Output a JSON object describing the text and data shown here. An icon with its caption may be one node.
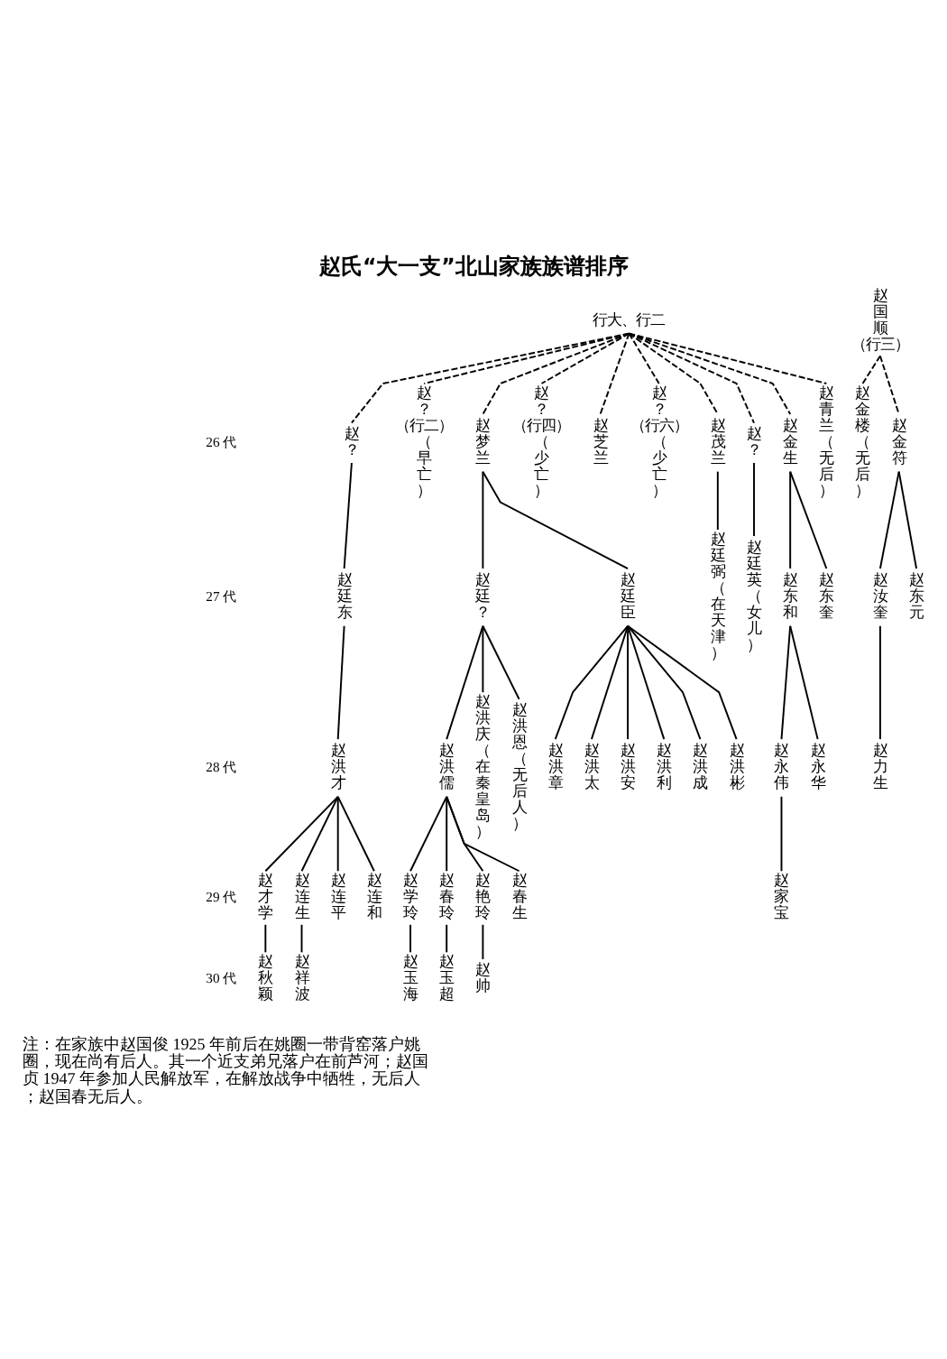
{
  "diagram": {
    "title": "赵氏“大一支”北山家族族谱排序",
    "nodes": [
      {
        "text": [
          "行大、行二"
        ]
      },
      {
        "text": [
          "赵国顺",
          "（行三）"
        ]
      },
      {
        "text": [
          "赵？"
        ]
      },
      {
        "text": [
          "赵？",
          "（行二）",
          "（早亡）"
        ]
      },
      {
        "text": [
          "赵梦兰"
        ]
      },
      {
        "text": [
          "赵？",
          "（行四）",
          "（少亡）"
        ]
      },
      {
        "text": [
          "赵芝兰"
        ]
      },
      {
        "text": [
          "赵？",
          "（行六）",
          "（少亡）"
        ]
      },
      {
        "text": [
          "赵茂兰"
        ]
      },
      {
        "text": [
          "赵？"
        ]
      },
      {
        "text": [
          "赵金生"
        ]
      },
      {
        "text": [
          "赵青兰",
          "（无后）"
        ]
      },
      {
        "text": [
          "赵金楼",
          "（无后）"
        ]
      },
      {
        "text": [
          "赵金符"
        ]
      },
      {
        "text": [
          "赵廷东"
        ]
      },
      {
        "text": [
          "赵廷？"
        ]
      },
      {
        "text": [
          "赵廷臣"
        ]
      },
      {
        "text": [
          "赵廷弼",
          "（在天津）"
        ]
      },
      {
        "text": [
          "赵廷英",
          "（女儿）"
        ]
      },
      {
        "text": [
          "赵东和"
        ]
      },
      {
        "text": [
          "赵东奎"
        ]
      },
      {
        "text": [
          "赵汝奎"
        ]
      },
      {
        "text": [
          "赵东元"
        ]
      },
      {
        "text": [
          "赵洪才"
        ]
      },
      {
        "text": [
          "赵洪儒"
        ]
      },
      {
        "text": [
          "赵洪庆",
          "（在秦皇岛）"
        ]
      },
      {
        "text": [
          "赵洪恩",
          "（无后人）"
        ]
      },
      {
        "text": [
          "赵洪章"
        ]
      },
      {
        "text": [
          "赵洪太"
        ]
      },
      {
        "text": [
          "赵洪安"
        ]
      },
      {
        "text": [
          "赵洪利"
        ]
      },
      {
        "text": [
          "赵洪成"
        ]
      },
      {
        "text": [
          "赵洪彬"
        ]
      },
      {
        "text": [
          "赵永伟"
        ]
      },
      {
        "text": [
          "赵永华"
        ]
      },
      {
        "text": [
          "赵力生"
        ]
      },
      {
        "text": [
          "赵才学"
        ]
      },
      {
        "text": [
          "赵连生"
        ]
      },
      {
        "text": [
          "赵连平"
        ]
      },
      {
        "text": [
          "赵连和"
        ]
      },
      {
        "text": [
          "赵学玲"
        ]
      },
      {
        "text": [
          "赵春玲"
        ]
      },
      {
        "text": [
          "赵艳玲"
        ]
      },
      {
        "text": [
          "赵春生"
        ]
      },
      {
        "text": [
          "赵家宝"
        ]
      },
      {
        "text": [
          "赵秋颖"
        ]
      },
      {
        "text": [
          "赵祥波"
        ]
      },
      {
        "text": [
          "赵玉海"
        ]
      },
      {
        "text": [
          "赵玉超"
        ]
      },
      {
        "text": [
          "赵帅"
        ]
      }
    ],
    "edges": [
      {
        "from": 0,
        "to": 2,
        "arrow": "none",
        "style": "dashed"
      },
      {
        "from": 0,
        "to": 3,
        "arrow": "none",
        "style": "dashed"
      },
      {
        "from": 0,
        "to": 4,
        "arrow": "none",
        "style": "dashed"
      },
      {
        "from": 0,
        "to": 5,
        "arrow": "none",
        "style": "dashed"
      },
      {
        "from": 0,
        "to": 6,
        "arrow": "none",
        "style": "dashed"
      },
      {
        "from": 0,
        "to": 7,
        "arrow": "none",
        "style": "dashed"
      },
      {
        "from": 0,
        "to": 8,
        "arrow": "none",
        "style": "dashed"
      },
      {
        "from": 0,
        "to": 9,
        "arrow": "none",
        "style": "dashed"
      },
      {
        "from": 0,
        "to": 10,
        "arrow": "none",
        "style": "dashed"
      },
      {
        "from": 0,
        "to": 11,
        "arrow": "none",
        "style": "dashed"
      },
      {
        "from": 1,
        "to": 12,
        "arrow": "none",
        "style": "dashed"
      },
      {
        "from": 1,
        "to": 13,
        "arrow": "none",
        "style": "dashed"
      },
      {
        "from": 2,
        "to": 14,
        "arrow": "none"
      },
      {
        "from": 4,
        "to": 15,
        "arrow": "none"
      },
      {
        "from": 4,
        "to": 16,
        "arrow": "none"
      },
      {
        "from": 8,
        "to": 17,
        "arrow": "none"
      },
      {
        "from": 9,
        "to": 18,
        "arrow": "none"
      },
      {
        "from": 10,
        "to": 19,
        "arrow": "none"
      },
      {
        "from": 10,
        "to": 20,
        "arrow": "none"
      },
      {
        "from": 13,
        "to": 21,
        "arrow": "none"
      },
      {
        "from": 13,
        "to": 22,
        "arrow": "none"
      },
      {
        "from": 14,
        "to": 23,
        "arrow": "none"
      },
      {
        "from": 15,
        "to": 24,
        "arrow": "none"
      },
      {
        "from": 15,
        "to": 25,
        "arrow": "none"
      },
      {
        "from": 15,
        "to": 26,
        "arrow": "none"
      },
      {
        "from": 16,
        "to": 27,
        "arrow": "none"
      },
      {
        "from": 16,
        "to": 28,
        "arrow": "none"
      },
      {
        "from": 16,
        "to": 29,
        "arrow": "none"
      },
      {
        "from": 16,
        "to": 30,
        "arrow": "none"
      },
      {
        "from": 16,
        "to": 31,
        "arrow": "none"
      },
      {
        "from": 16,
        "to": 32,
        "arrow": "none"
      },
      {
        "from": 19,
        "to": 33,
        "arrow": "none"
      },
      {
        "from": 19,
        "to": 34,
        "arrow": "none"
      },
      {
        "from": 21,
        "to": 35,
        "arrow": "none"
      },
      {
        "from": 23,
        "to": 36,
        "arrow": "none"
      },
      {
        "from": 23,
        "to": 37,
        "arrow": "none"
      },
      {
        "from": 23,
        "to": 38,
        "arrow": "none"
      },
      {
        "from": 23,
        "to": 39,
        "arrow": "none"
      },
      {
        "from": 24,
        "to": 40,
        "arrow": "none"
      },
      {
        "from": 24,
        "to": 41,
        "arrow": "none"
      },
      {
        "from": 24,
        "to": 42,
        "arrow": "none"
      },
      {
        "from": 24,
        "to": 43,
        "arrow": "none"
      },
      {
        "from": 33,
        "to": 44,
        "arrow": "none"
      },
      {
        "from": 36,
        "to": 45,
        "arrow": "none"
      },
      {
        "from": 37,
        "to": 46,
        "arrow": "none"
      },
      {
        "from": 40,
        "to": 47,
        "arrow": "none"
      },
      {
        "from": 41,
        "to": 48,
        "arrow": "none"
      },
      {
        "from": 42,
        "to": 49,
        "arrow": "none"
      }
    ],
    "labels": [
      "26 代",
      "27 代",
      "28 代",
      "29 代",
      "30 代",
      "注：在家族中赵国俊 1925 年前后在姚圈一带背窑落户姚圈，现在尚有后人。其一个近支弟兄落户在前芦河；赵国贞 1947 年参加人民解放军，在解放战争中牺牲，无后人；赵国春无后人。"
    ]
  }
}
